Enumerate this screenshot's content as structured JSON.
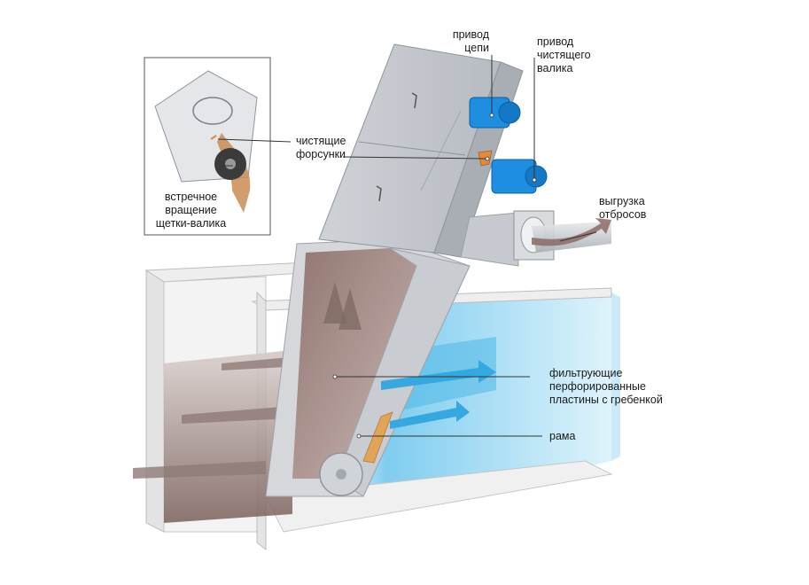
{
  "labels": {
    "chain_drive": [
      "привод",
      "цепи"
    ],
    "roller_drive": [
      "привод",
      "чистящего",
      "валика"
    ],
    "nozzles": [
      "чистящие",
      "форсунки"
    ],
    "counter_rotation": [
      "встречное",
      "вращение",
      "щетки-валика"
    ],
    "discharge": [
      "выгрузка",
      "отбросов"
    ],
    "plates": [
      "фильтрующие",
      "перфорированные",
      "пластины с гребенкой"
    ],
    "frame": [
      "рама"
    ]
  },
  "colors": {
    "water": "#8fd3ee",
    "water_deep": "#4fb8e6",
    "motor": "#1e8ee0",
    "nozzle": "#e08a3a",
    "housing": "#c9ccd2",
    "housing_dark": "#a4a9b1",
    "debris": "#7a5a50",
    "leader_line": "#333333"
  }
}
